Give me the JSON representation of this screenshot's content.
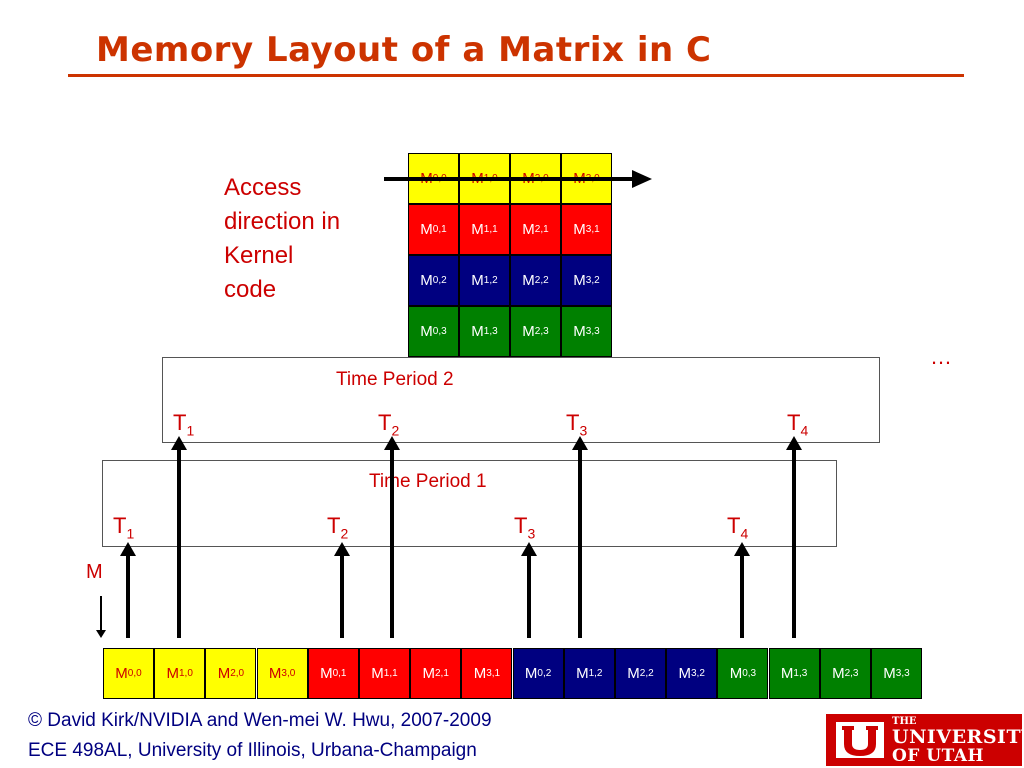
{
  "title": "Memory Layout of a Matrix in C",
  "access_label": [
    "Access",
    "direction in",
    "Kernel",
    "code"
  ],
  "grid": {
    "rows": [
      {
        "color": "yellow",
        "cells": [
          [
            "0",
            "0"
          ],
          [
            "1",
            "0"
          ],
          [
            "2",
            "0"
          ],
          [
            "3",
            "0"
          ]
        ]
      },
      {
        "color": "red",
        "cells": [
          [
            "0",
            "1"
          ],
          [
            "1",
            "1"
          ],
          [
            "2",
            "1"
          ],
          [
            "3",
            "1"
          ]
        ]
      },
      {
        "color": "blue",
        "cells": [
          [
            "0",
            "2"
          ],
          [
            "1",
            "2"
          ],
          [
            "2",
            "2"
          ],
          [
            "3",
            "2"
          ]
        ]
      },
      {
        "color": "green",
        "cells": [
          [
            "0",
            "3"
          ],
          [
            "1",
            "3"
          ],
          [
            "2",
            "3"
          ],
          [
            "3",
            "3"
          ]
        ]
      }
    ]
  },
  "ellipsis": "…",
  "period2": {
    "label": "Time Period 2",
    "threads": [
      "1",
      "2",
      "3",
      "4"
    ]
  },
  "period1": {
    "label": "Time Period 1",
    "threads": [
      "1",
      "2",
      "3",
      "4"
    ]
  },
  "thread_prefix": "T",
  "m_label": "M",
  "memory_row": [
    {
      "color": "yellow",
      "i": "0",
      "j": "0"
    },
    {
      "color": "yellow",
      "i": "1",
      "j": "0"
    },
    {
      "color": "yellow",
      "i": "2",
      "j": "0"
    },
    {
      "color": "yellow",
      "i": "3",
      "j": "0"
    },
    {
      "color": "red",
      "i": "0",
      "j": "1"
    },
    {
      "color": "red",
      "i": "1",
      "j": "1"
    },
    {
      "color": "red",
      "i": "2",
      "j": "1"
    },
    {
      "color": "red",
      "i": "3",
      "j": "1"
    },
    {
      "color": "blue",
      "i": "0",
      "j": "2"
    },
    {
      "color": "blue",
      "i": "1",
      "j": "2"
    },
    {
      "color": "blue",
      "i": "2",
      "j": "2"
    },
    {
      "color": "blue",
      "i": "3",
      "j": "2"
    },
    {
      "color": "green",
      "i": "0",
      "j": "3"
    },
    {
      "color": "green",
      "i": "1",
      "j": "3"
    },
    {
      "color": "green",
      "i": "2",
      "j": "3"
    },
    {
      "color": "green",
      "i": "3",
      "j": "3"
    }
  ],
  "footer": {
    "line1": "© David Kirk/NVIDIA and Wen-mei W. Hwu, 2007-2009",
    "line2": "ECE 498AL, University of Illinois, Urbana-Champaign"
  },
  "logo": {
    "line1": "THE",
    "line2": "UNIVERSITY",
    "line3": "OF UTAH"
  },
  "colors": {
    "title": "#cc3300",
    "accent": "#cc0000",
    "yellow": "#ffff00",
    "red": "#ff0000",
    "blue": "#000080",
    "green": "#008000",
    "footer": "#000080"
  }
}
